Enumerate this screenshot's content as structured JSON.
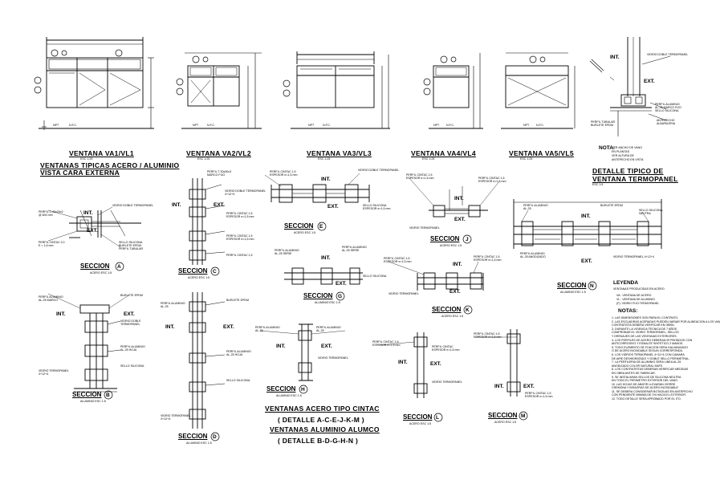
{
  "windows": [
    {
      "title": "VENTANA VA1/VL1",
      "scale": "ESC 1:25"
    },
    {
      "title": "VENTANA VA2/VL2",
      "scale": "ESC 1:25"
    },
    {
      "title": "VENTANA VA3/VL3",
      "scale": "ESC 1:25"
    },
    {
      "title": "VENTANA VA4/VL4",
      "scale": "ESC 1:25"
    },
    {
      "title": "VENTANA VA5/VL5",
      "scale": "ESC 1:25"
    }
  ],
  "typical_title_1": "VENTANAS TIPICAS ACERO / ALUMINIO",
  "typical_title_2": "VISTA CARA EXTERNA",
  "nota": {
    "label": "NOTA:",
    "lines": [
      "VER ANCHO DE VANO",
      "EN PLANTAS",
      "VER ALTURA DE",
      "ANTEPECHO EN VISTA"
    ]
  },
  "detail_title_1": "DETALLE TIPICO DE",
  "detail_title_2": "VENTANA TERMOPANEL",
  "detail_scale": "ESC 1:5",
  "int": "INT.",
  "ext": "EXT.",
  "level_npt": "NPT",
  "level_nfc": "N.F.C.",
  "sections": [
    {
      "word": "SECCION",
      "letter": "A",
      "scale": "ACERO ESC 1:5"
    },
    {
      "word": "SECCION",
      "letter": "C",
      "scale": "ACERO ESC 1:5"
    },
    {
      "word": "SECCION",
      "letter": "E",
      "scale": "ACERO ESC 1:5"
    },
    {
      "word": "SECCION",
      "letter": "J",
      "scale": "ACERO ESC 1:5"
    },
    {
      "word": "SECCION",
      "letter": "G",
      "scale": "ALUMINIO ESC 1:5"
    },
    {
      "word": "SECCION",
      "letter": "K",
      "scale": "ACERO ESC 1:5"
    },
    {
      "word": "SECCION",
      "letter": "N",
      "scale": "ALUMINIO ESC 1:5"
    },
    {
      "word": "SECCION",
      "letter": "B",
      "scale": "ALUMINIO ESC 1:5"
    },
    {
      "word": "SECCION",
      "letter": "D",
      "scale": "ALUMINIO ESC 1:5"
    },
    {
      "word": "SECCION",
      "letter": "H",
      "scale": "ALUMINIO ESC 1:5"
    },
    {
      "word": "SECCION",
      "letter": "L",
      "scale": "ACERO ESC 1:5"
    },
    {
      "word": "SECCION",
      "letter": "M",
      "scale": "ACERO ESC 1:5"
    }
  ],
  "bottom_1": "VENTANAS ACERO TIPO CINTAC",
  "bottom_2": "( DETALLE A-C-E-J-K-M )",
  "bottom_3": "VENTANAS ALUMINIO ALUMCO",
  "bottom_4": "( DETALLE B-D-G-H-N )",
  "leyenda": "LEYENDA",
  "leyenda_sub": "VENTANAS PRODUCIDAS EN ACERO",
  "legend_lines": [
    "VA : VENTANA DE ACERO",
    "VL : VENTANA DE ALUMINIO",
    "(F): VIDRIO FIJO TERMOPANEL"
  ],
  "notas": "NOTAS:",
  "notes_text": [
    "1. LAS DIMENSIONES SON PARA EL CONTRATO.",
    "2. LAS ESCUADRAS ACERADAS PUEDEN VARIAR POR ALINEACION A LOS VANOS, EL",
    "   CONTRATISTA DEBERA VERIFICAR EN OBRA.",
    "3. DURANTE LA VIGENCIA TECNICA DE 7 AÑOS",
    "   COMPROBAR EL VIDRIO TERMOPANEL, SELLOS",
    "   Y DRENAJES DE LAS VENTANAS EXTERIORES.",
    "4. LOS PERFILES DE ACERO DEBERAN IR PINTADOS CON",
    "   ANTICORROSIVO Y ESMALTE SINTETICO 2 MANOS.",
    "5. TODO ELEMENTO DE FIJACION SERA GALVANIZADO",
    "   O DE ACERO INOXIDABLE SEGUN CORRESPONDA.",
    "6. LOS VIDRIOS TERMOPANEL 4+12+4 CON CAMARA",
    "   DE AIRE DESHIDRATADO Y DOBLE SELLO PERIMETRAL.",
    "7. LA PERFILERIA DE ALUMINIO SERA LINEA AL-25",
    "   ANODIZADO COLOR NATURAL MATE.",
    "8. LOS CONTRATISTAS DEBERAN VERIFICAR MEDIDAS",
    "   EN OBRA ANTES DE FABRICAR.",
    "9. SE INSTALARAN SELLOS DE SILICONA NEUTRA",
    "   EN TODO EL PERIMETRO EXTERIOR DEL VANO.",
    "10. LAS HOJAS DE ABATIR LLEVARAN CIERRE",
    "   CREMONA Y BISAGRAS DE ACERO INOXIDABLE.",
    "11. SE DEBERA CONSIDERAR BOTAGUAS EN ANTEPECHO",
    "   CON PENDIENTE MINIMA DE 2% HACIA EL EXTERIOR.",
    "12. TODO DETALLE SERA APROBADO POR EL ITO."
  ]
}
